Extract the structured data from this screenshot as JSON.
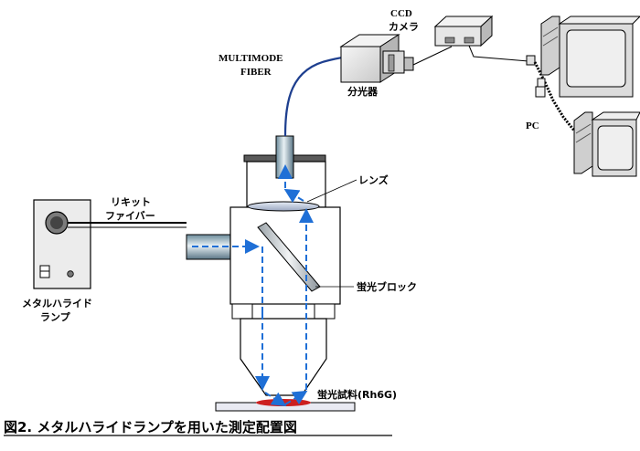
{
  "diagram": {
    "labels": {
      "ccd_line1": "CCD",
      "ccd_line2": "カメラ",
      "fiber_line1": "MULTIMODE",
      "fiber_line2": "FIBER",
      "spectrometer": "分光器",
      "pc": "PC",
      "lens": "レンズ",
      "liquid_fiber_line1": "リキット",
      "liquid_fiber_line2": "ファイバー",
      "fluorescence_block": "蛍光ブロック",
      "lamp_line1": "メタルハライド",
      "lamp_line2": "ランプ",
      "sample": "蛍光試料(Rh6G)"
    },
    "caption": "図2. メタルハライドランプを用いた測定配置図"
  },
  "colors": {
    "beam": "#1f6fd6",
    "fiber": "#1e3f8f",
    "sample": "#cc1f1f",
    "line": "#000000"
  }
}
